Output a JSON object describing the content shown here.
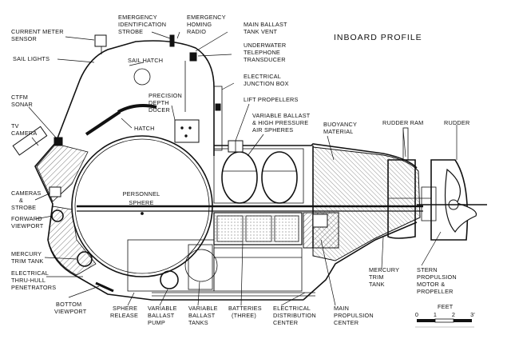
{
  "title": "INBOARD PROFILE",
  "labels": {
    "current_meter_sensor": [
      "CURRENT METER",
      "SENSOR"
    ],
    "emergency_strobe": [
      "EMERGENCY",
      "IDENTIFICATION",
      "STROBE"
    ],
    "emergency_radio": [
      "EMERGENCY",
      "HOMING",
      "RADIO"
    ],
    "main_ballast_vent": [
      "MAIN BALLAST",
      "TANK VENT"
    ],
    "sail_lights": [
      "SAIL LIGHTS"
    ],
    "sail_hatch": [
      "SAIL HATCH"
    ],
    "underwater_telephone": [
      "UNDERWATER",
      "TELEPHONE",
      "TRANSDUCER"
    ],
    "electrical_junction_box": [
      "ELECTRICAL",
      "JUNCTION BOX"
    ],
    "ctfm_sonar": [
      "CTFM",
      "SONAR"
    ],
    "precision_depth_ducer": [
      "PRECISION",
      "DEPTH",
      "DUCER"
    ],
    "lift_propellers": [
      "LIFT PROPELLERS"
    ],
    "variable_ballast_spheres": [
      "VARIABLE BALLAST",
      "& HIGH PRESSURE",
      "AIR SPHERES"
    ],
    "buoyancy_material": [
      "BUOYANCY",
      "MATERIAL"
    ],
    "rudder_ram": [
      "RUDDER RAM"
    ],
    "rudder": [
      "RUDDER"
    ],
    "tv_camera": [
      "TV",
      "CAMERA"
    ],
    "hatch": [
      "HATCH"
    ],
    "personnel_sphere": [
      "PERSONNEL",
      "SPHERE"
    ],
    "cameras_strobe": [
      "CAMERAS",
      "&",
      "STROBE"
    ],
    "forward_viewport": [
      "FORWARD",
      "VIEWPORT"
    ],
    "mercury_trim_tank_fwd": [
      "MERCURY",
      "TRIM TANK"
    ],
    "electrical_penetrators": [
      "ELECTRICAL",
      "THRU-HULL",
      "PENETRATORS"
    ],
    "bottom_viewport": [
      "BOTTOM",
      "VIEWPORT"
    ],
    "sphere_release": [
      "SPHERE",
      "RELEASE"
    ],
    "variable_ballast_pump": [
      "VARIABLE",
      "BALLAST",
      "PUMP"
    ],
    "variable_ballast_tanks": [
      "VARIABLE",
      "BALLAST",
      "TANKS"
    ],
    "batteries": [
      "BATTERIES",
      "(THREE)"
    ],
    "electrical_distribution_center": [
      "ELECTRICAL",
      "DISTRIBUTION",
      "CENTER"
    ],
    "main_propulsion_center": [
      "MAIN",
      "PROPULSION",
      "CENTER"
    ],
    "mercury_trim_tank_aft": [
      "MERCURY",
      "TRIM",
      "TANK"
    ],
    "stern_propulsion": [
      "STERN",
      "PROPULSION",
      "MOTOR &",
      "PROPELLER"
    ]
  },
  "scale": {
    "unit_label": "FEET",
    "ticks": [
      "0",
      "1",
      "2",
      "3'"
    ]
  },
  "colors": {
    "ink": "#111111",
    "paper": "#ffffff",
    "hatch": "#555555"
  }
}
